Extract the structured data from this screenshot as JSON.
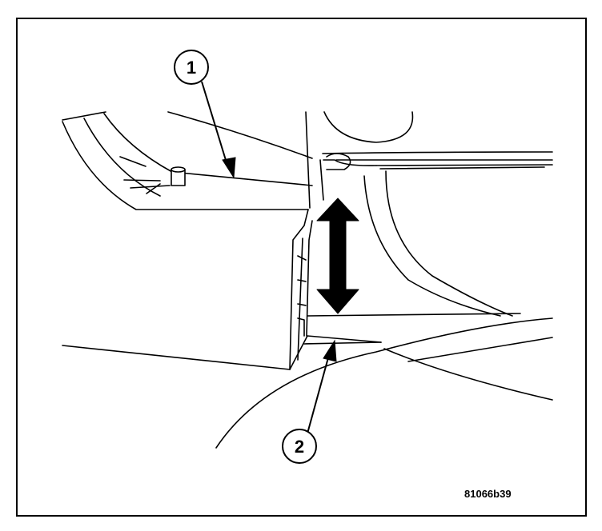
{
  "diagram": {
    "callouts": [
      {
        "label": "1"
      },
      {
        "label": "2"
      }
    ],
    "figure_id": "81066b39"
  },
  "colors": {
    "ink": "#000000",
    "paper": "#ffffff"
  },
  "icons": [
    "up-down-arrow-icon",
    "leader-arrow-icon"
  ]
}
